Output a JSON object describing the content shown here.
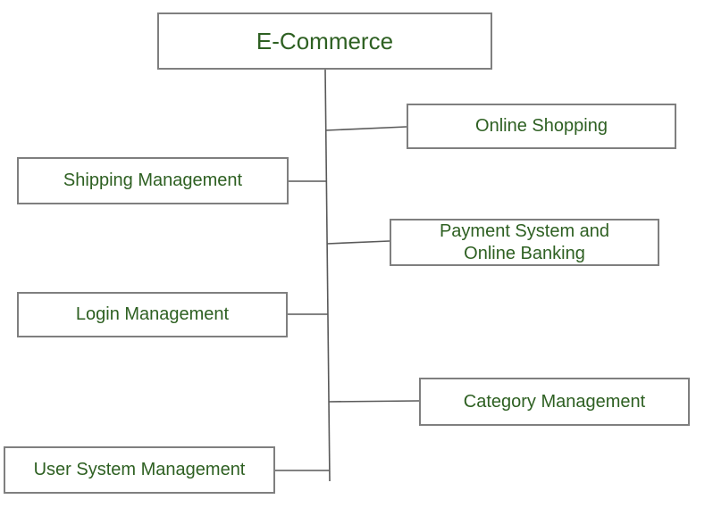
{
  "diagram": {
    "root": {
      "label": "E-Commerce"
    },
    "nodes": [
      {
        "id": "online-shopping",
        "label": "Online Shopping",
        "side": "right"
      },
      {
        "id": "shipping-management",
        "label": "Shipping Management",
        "side": "left"
      },
      {
        "id": "payment-system",
        "label": "Payment System and\nOnline Banking",
        "side": "right"
      },
      {
        "id": "login-management",
        "label": "Login Management",
        "side": "left"
      },
      {
        "id": "category-management",
        "label": "Category Management",
        "side": "right"
      },
      {
        "id": "user-system-management",
        "label": "User System Management",
        "side": "left"
      }
    ],
    "colors": {
      "text": "#2e6022",
      "box_border": "#7f7f7f",
      "connector": "#595959",
      "background": "#ffffff"
    }
  }
}
